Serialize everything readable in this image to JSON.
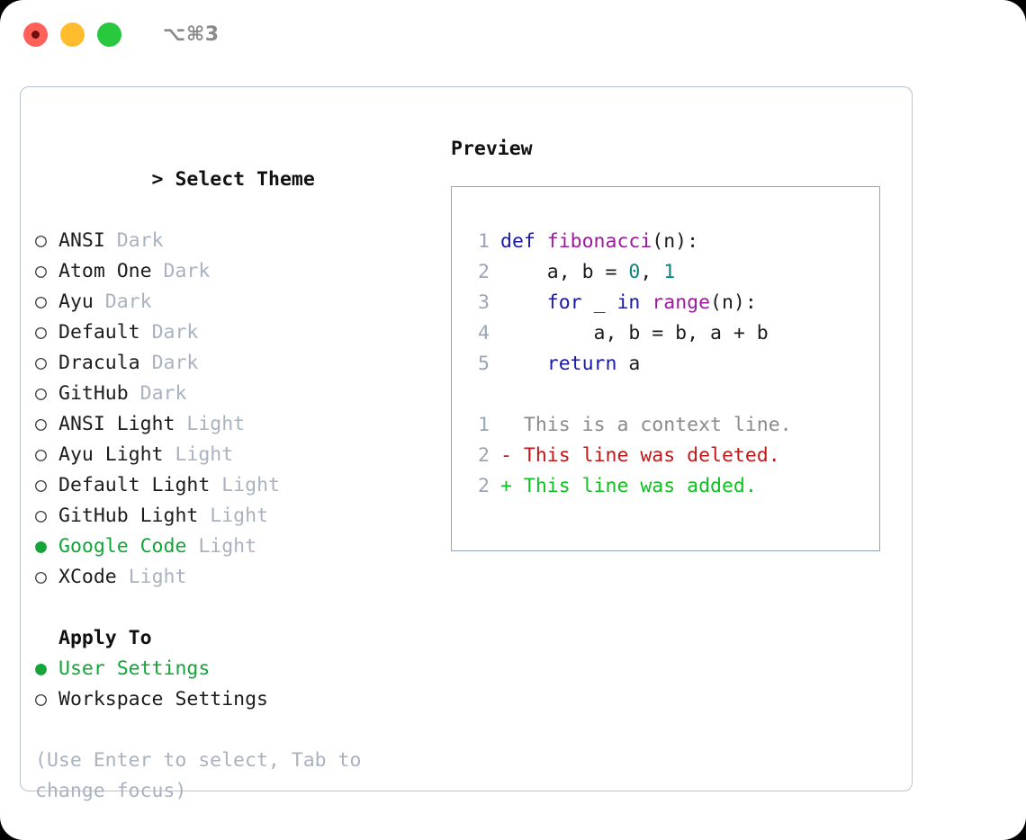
{
  "window": {
    "title": "⌥⌘3",
    "traffic_lights": [
      "close",
      "minimize",
      "maximize"
    ],
    "accent_green": "#13a538",
    "muted": "#a9b2c0",
    "border": "#b9c2cf"
  },
  "theme_list": {
    "header": "Select Theme",
    "header_prefix": ">",
    "marker_selected": "●",
    "marker_unselected": "○",
    "items": [
      {
        "name": "ANSI",
        "tag": "Dark",
        "selected": false
      },
      {
        "name": "Atom One",
        "tag": "Dark",
        "selected": false
      },
      {
        "name": "Ayu",
        "tag": "Dark",
        "selected": false
      },
      {
        "name": "Default",
        "tag": "Dark",
        "selected": false
      },
      {
        "name": "Dracula",
        "tag": "Dark",
        "selected": false
      },
      {
        "name": "GitHub",
        "tag": "Dark",
        "selected": false
      },
      {
        "name": "ANSI Light",
        "tag": "Light",
        "selected": false
      },
      {
        "name": "Ayu Light",
        "tag": "Light",
        "selected": false
      },
      {
        "name": "Default Light",
        "tag": "Light",
        "selected": false
      },
      {
        "name": "GitHub Light",
        "tag": "Light",
        "selected": false
      },
      {
        "name": "Google Code",
        "tag": "Light",
        "selected": true
      },
      {
        "name": "XCode",
        "tag": "Light",
        "selected": false
      }
    ]
  },
  "apply_to": {
    "label": "Apply To",
    "items": [
      {
        "name": "User Settings",
        "selected": true
      },
      {
        "name": "Workspace Settings",
        "selected": false
      }
    ]
  },
  "hint": "(Use Enter to select, Tab to change focus)",
  "preview": {
    "title": "Preview",
    "code_lines": [
      {
        "no": "1",
        "tokens": [
          {
            "t": "def ",
            "c": "kw"
          },
          {
            "t": "fibonacci",
            "c": "fn"
          },
          {
            "t": "(n):",
            "c": "pn"
          }
        ]
      },
      {
        "no": "2",
        "tokens": [
          {
            "t": "    a, b = ",
            "c": "pn"
          },
          {
            "t": "0",
            "c": "num"
          },
          {
            "t": ", ",
            "c": "pn"
          },
          {
            "t": "1",
            "c": "num"
          }
        ]
      },
      {
        "no": "3",
        "tokens": [
          {
            "t": "    ",
            "c": "pn"
          },
          {
            "t": "for",
            "c": "kw"
          },
          {
            "t": " _ ",
            "c": "pn"
          },
          {
            "t": "in",
            "c": "kw"
          },
          {
            "t": " ",
            "c": "pn"
          },
          {
            "t": "range",
            "c": "fn"
          },
          {
            "t": "(n):",
            "c": "pn"
          }
        ]
      },
      {
        "no": "4",
        "tokens": [
          {
            "t": "        a, b = b, a + b",
            "c": "pn"
          }
        ]
      },
      {
        "no": "5",
        "tokens": [
          {
            "t": "    ",
            "c": "pn"
          },
          {
            "t": "return",
            "c": "kw"
          },
          {
            "t": " a",
            "c": "pn"
          }
        ]
      }
    ],
    "diff_lines": [
      {
        "no": "1",
        "sign": " ",
        "text": "This is a context line.",
        "kind": "context"
      },
      {
        "no": "2",
        "sign": "-",
        "text": "This line was deleted.",
        "kind": "deleted"
      },
      {
        "no": "2",
        "sign": "+",
        "text": "This line was added.",
        "kind": "added"
      }
    ]
  }
}
